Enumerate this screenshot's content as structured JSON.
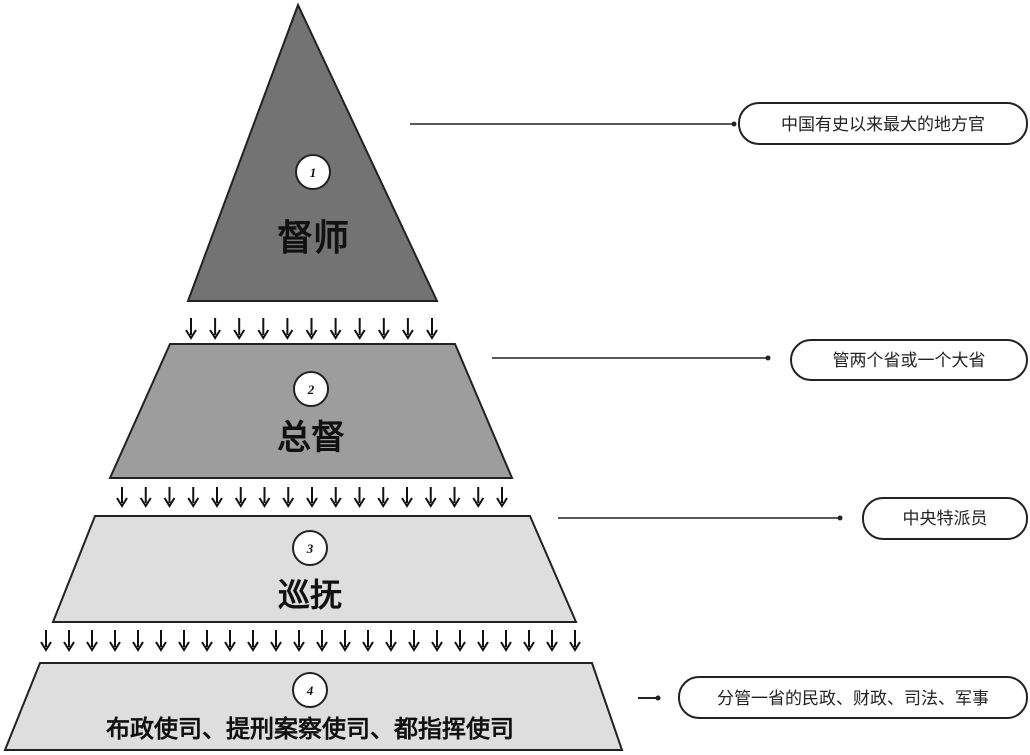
{
  "levels": [
    {
      "number": "1",
      "title": "督师",
      "fill": "#737373",
      "arrows_below": 11
    },
    {
      "number": "2",
      "title": "总督",
      "fill": "#9d9d9d",
      "arrows_below": 17
    },
    {
      "number": "3",
      "title": "巡抚",
      "fill": "#dedede",
      "arrows_below": 24
    },
    {
      "number": "4",
      "title": "布政使司、提刑案察使司、都指挥使司",
      "fill": "#dedede"
    }
  ],
  "notes": [
    "中国有史以来最大的地方官",
    "管两个省或一个大省",
    "中央特派员",
    "分管一省的民政、财政、司法、军事"
  ]
}
